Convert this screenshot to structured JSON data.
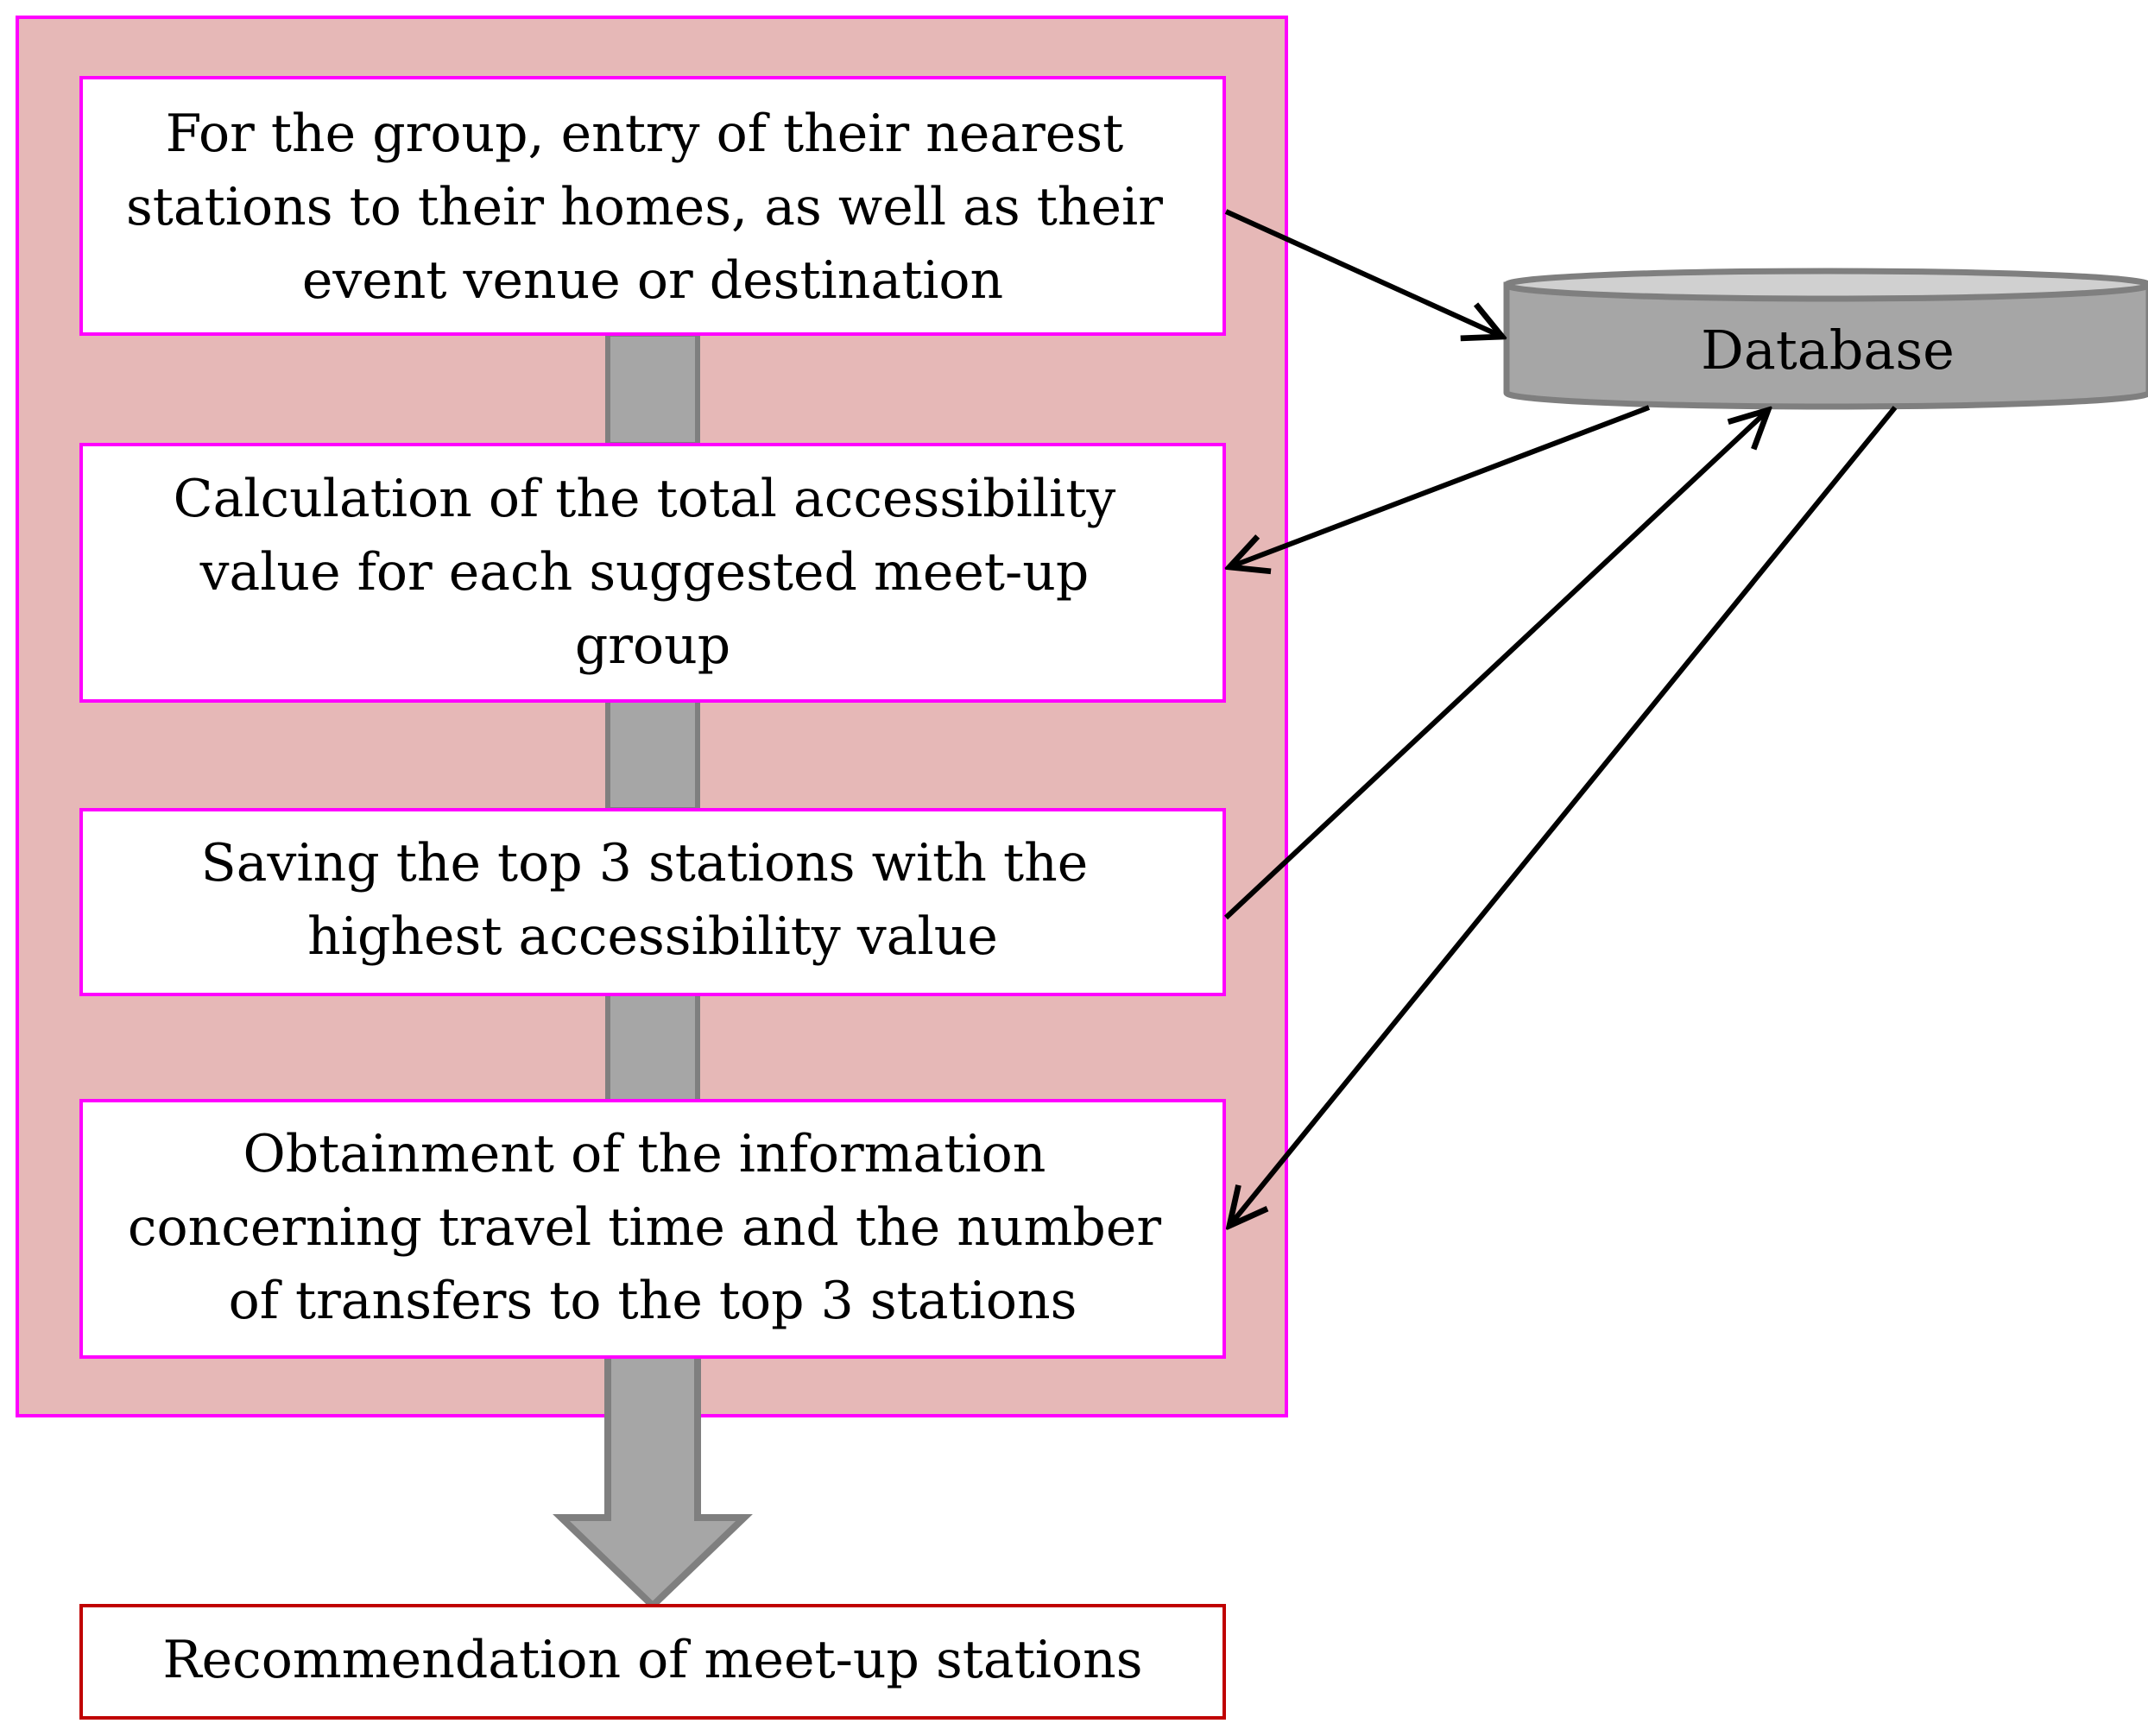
{
  "steps": [
    {
      "lines": [
        "For the group, entry of their nearest",
        "stations to their homes, as well as their",
        "event venue or destination"
      ]
    },
    {
      "lines": [
        "Calculation of the total accessibility",
        "value for each suggested meet-up",
        "group"
      ]
    },
    {
      "lines": [
        "Saving the top 3 stations with the",
        "highest accessibility value"
      ]
    },
    {
      "lines": [
        "Obtainment of the information",
        "concerning travel time and the number",
        "of transfers to the top 3 stations"
      ]
    }
  ],
  "database": {
    "label": "Database"
  },
  "result": {
    "label": "Recommendation of meet-up stations"
  },
  "colors": {
    "panel_fill": "#e6b8b7",
    "panel_border": "#ff00ff",
    "step_border": "#ff00ff",
    "step_fill": "#ffffff",
    "connector_fill": "#a6a6a6",
    "connector_stroke": "#7f7f7f",
    "database_fill": "#a6a6a6",
    "database_top": "#d0d0d0",
    "database_stroke": "#7f7f7f",
    "result_border": "#c00000",
    "arrow_color": "#000000"
  }
}
